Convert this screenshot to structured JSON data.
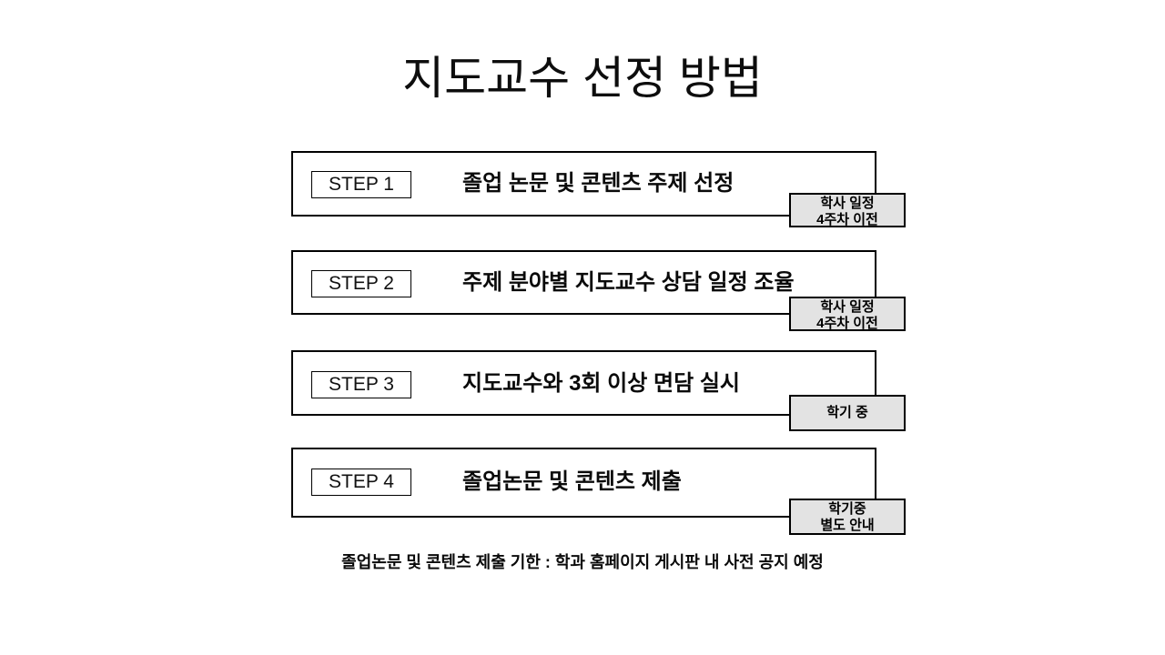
{
  "slide": {
    "title": "지도교수 선정 방법",
    "footer_note": "졸업논문 및 콘텐츠 제출 기한 : 학과 홈페이지 게시판 내 사전 공지 예정",
    "colors": {
      "background": "#ffffff",
      "line": "#000000",
      "text": "#0a0a0a",
      "tag_fill": "#e3e3e3"
    }
  },
  "steps": [
    {
      "label": "STEP 1",
      "text": "졸업 논문 및 콘텐츠 주제 선정",
      "note_line1": "학사 일정",
      "note_line2": "4주차 이전"
    },
    {
      "label": "STEP 2",
      "text": "주제 분야별 지도교수 상담 일정 조율",
      "note_line1": "학사 일정",
      "note_line2": "4주차 이전"
    },
    {
      "label": "STEP 3",
      "text": "지도교수와 3회 이상 면담 실시",
      "note_line1": "학기 중",
      "note_line2": ""
    },
    {
      "label": "STEP 4",
      "text": "졸업논문 및 콘텐츠 제출",
      "note_line1": "학기중",
      "note_line2": "별도 안내"
    }
  ]
}
